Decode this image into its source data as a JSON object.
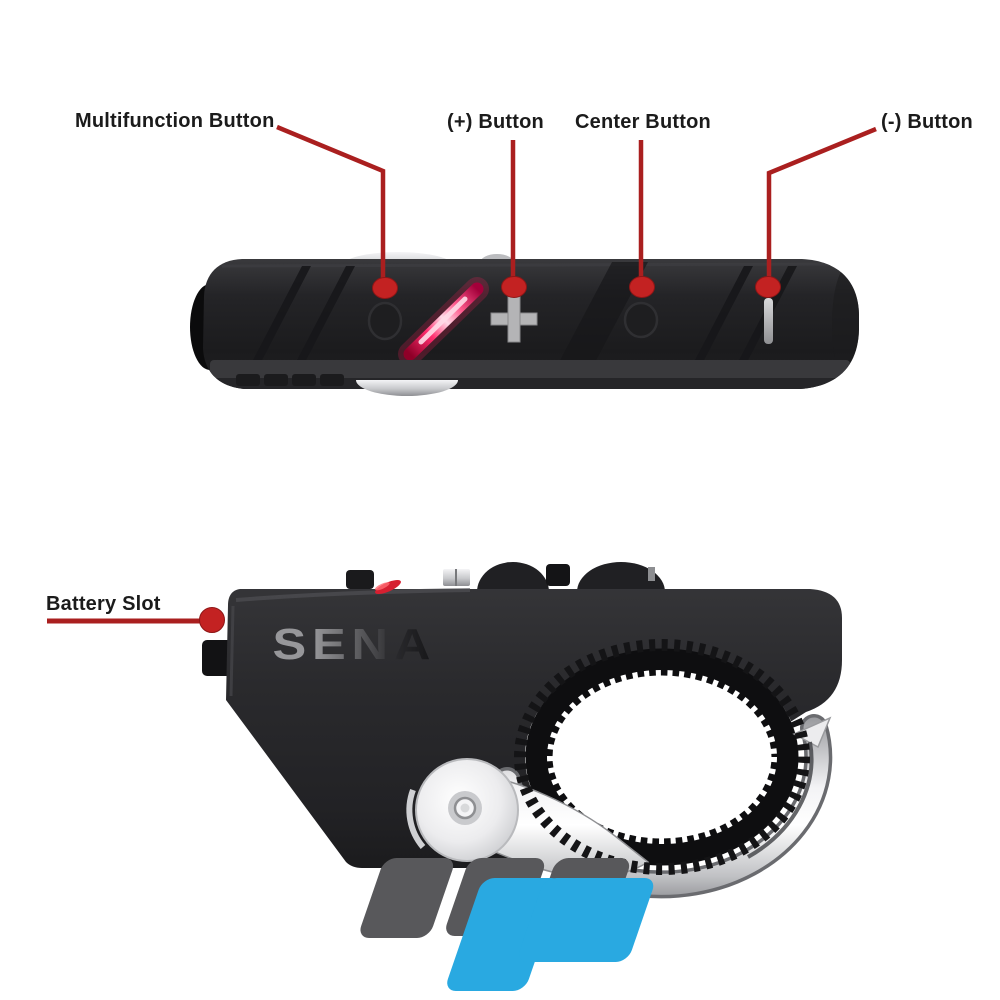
{
  "device": {
    "brand": "SENA",
    "product": "handlebar-remote"
  },
  "callouts": {
    "multifunction": {
      "label": "Multifunction Button"
    },
    "plus": {
      "label": "(+) Button"
    },
    "center": {
      "label": "Center Button"
    },
    "minus": {
      "label": "(-) Button"
    },
    "battery": {
      "label": "Battery Slot"
    }
  },
  "colors": {
    "callout_line": "#AA1F1F",
    "callout_dot": "#C32222",
    "label_text": "#1B1B1B",
    "device_body": "#232325",
    "led_pink": "#FF2E6E",
    "metal_silver": "#E9E9EB",
    "logo_gray": "#58585B",
    "logo_blue": "#29A9E1"
  }
}
